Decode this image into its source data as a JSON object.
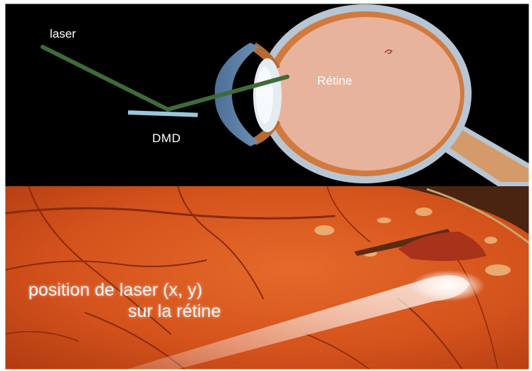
{
  "diagram": {
    "labels": {
      "laser": "laser",
      "dmd": "DMD",
      "retina": "Rétine"
    }
  },
  "fundus_photo": {
    "caption_line1": "position de laser (x, y)",
    "caption_line2": "sur la rétine"
  },
  "colors": {
    "background_top": "#000000",
    "laser_beam": "#3f6a3a",
    "dmd_mirror": "#9cc6dc",
    "retina_fill": "#e8b39d",
    "fundus_base": "#d8541e"
  },
  "icons": [
    "eye-cross-section-illustration",
    "retina-fundus-photograph"
  ]
}
